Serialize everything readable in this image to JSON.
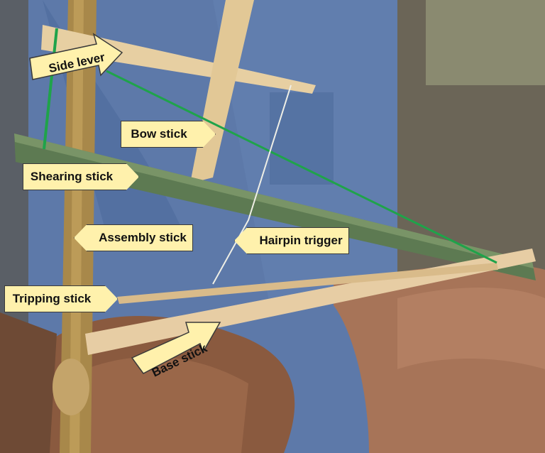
{
  "labels": {
    "side_lever": "Side lever",
    "bow_stick": "Bow stick",
    "shearing_stick": "Shearing stick",
    "assembly_stick": "Assembly stick",
    "hairpin_trigger": "Hairpin trigger",
    "tripping_stick": "Tripping stick",
    "base_stick": "Base stick"
  },
  "colors": {
    "callout_fill": "#fff1ac",
    "callout_border": "#3a3a3a",
    "string_green": "#1fa34a",
    "bamboo": "#9b7a3c",
    "shirt_blue": "#5676a8"
  }
}
